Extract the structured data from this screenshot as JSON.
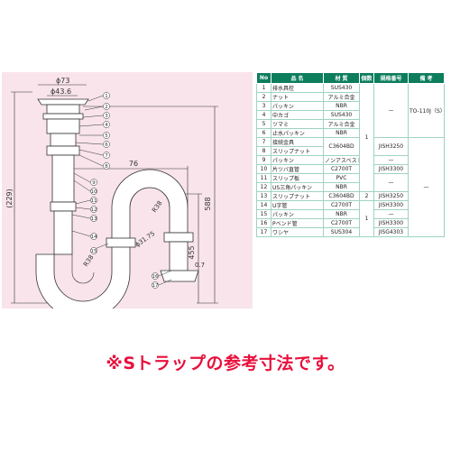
{
  "drawing": {
    "background": "#f8e4ea",
    "pipe_fill": "#ffffff",
    "outline": "#333333",
    "callout_color": "#333333",
    "dimensions": {
      "d73": "ϕ73",
      "d436": "ϕ43.6",
      "len76": "76",
      "h229": "(229)",
      "h588": "588",
      "h455": "455",
      "r38a": "R38",
      "r38b": "R38",
      "d3175": "ϕ31.75",
      "t07": "0.7"
    },
    "callouts": [
      "1",
      "2",
      "3",
      "4",
      "5",
      "6",
      "7",
      "8",
      "9",
      "10",
      "11",
      "12",
      "13",
      "14",
      "15",
      "16",
      "17"
    ]
  },
  "table": {
    "headers": [
      "No",
      "品 名",
      "材 質",
      "個数",
      "規格番号",
      "備 考"
    ],
    "header_color": "#0d7d5c",
    "rows": [
      {
        "no": "1",
        "name": "排水具栓",
        "material": "SUS430"
      },
      {
        "no": "2",
        "name": "ナット",
        "material": "アルミ合金"
      },
      {
        "no": "3",
        "name": "パッキン",
        "material": "NBR"
      },
      {
        "no": "4",
        "name": "中カゴ",
        "material": "SUS430"
      },
      {
        "no": "5",
        "name": "ツマミ",
        "material": "アルミ合金"
      },
      {
        "no": "6",
        "name": "止水パッキン",
        "material": "NBR"
      },
      {
        "no": "7",
        "name": "接続金具",
        "material": "C3604BD"
      },
      {
        "no": "8",
        "name": "スリップナット",
        "material": ""
      },
      {
        "no": "9",
        "name": "パッキン",
        "material": "ノンアスベスト"
      },
      {
        "no": "10",
        "name": "片ツバ直管",
        "material": "C2700T"
      },
      {
        "no": "11",
        "name": "スリップ板",
        "material": "PVC"
      },
      {
        "no": "12",
        "name": "US三角パッキン",
        "material": "NBR"
      },
      {
        "no": "13",
        "name": "スリップナット",
        "material": "C3604BD"
      },
      {
        "no": "14",
        "name": "U字管",
        "material": "C2700T"
      },
      {
        "no": "15",
        "name": "パッキン",
        "material": "NBR"
      },
      {
        "no": "16",
        "name": "Pベンド管",
        "material": "C2700T"
      },
      {
        "no": "17",
        "name": "ワシヤ",
        "material": "SUS304"
      }
    ],
    "qty_1": "1",
    "qty_2": "2",
    "qty_3": "1",
    "std_dash_a": "—",
    "std_jish3250_a": "JISH3250",
    "std_dash_b": "—",
    "std_jish3300_a": "JISH3300",
    "std_dash_c": "—",
    "std_jish3250_b": "JISH3250",
    "std_jish3300_b": "JISH3300",
    "std_dash_d": "—",
    "std_jish3300_c": "JISH3300",
    "std_jisg4303": "JISG4303",
    "note_top": "TO-110J（S）",
    "note_dash": "—"
  },
  "caption": {
    "text": "※Sトラップの参考寸法です。",
    "color": "#e8103c"
  }
}
